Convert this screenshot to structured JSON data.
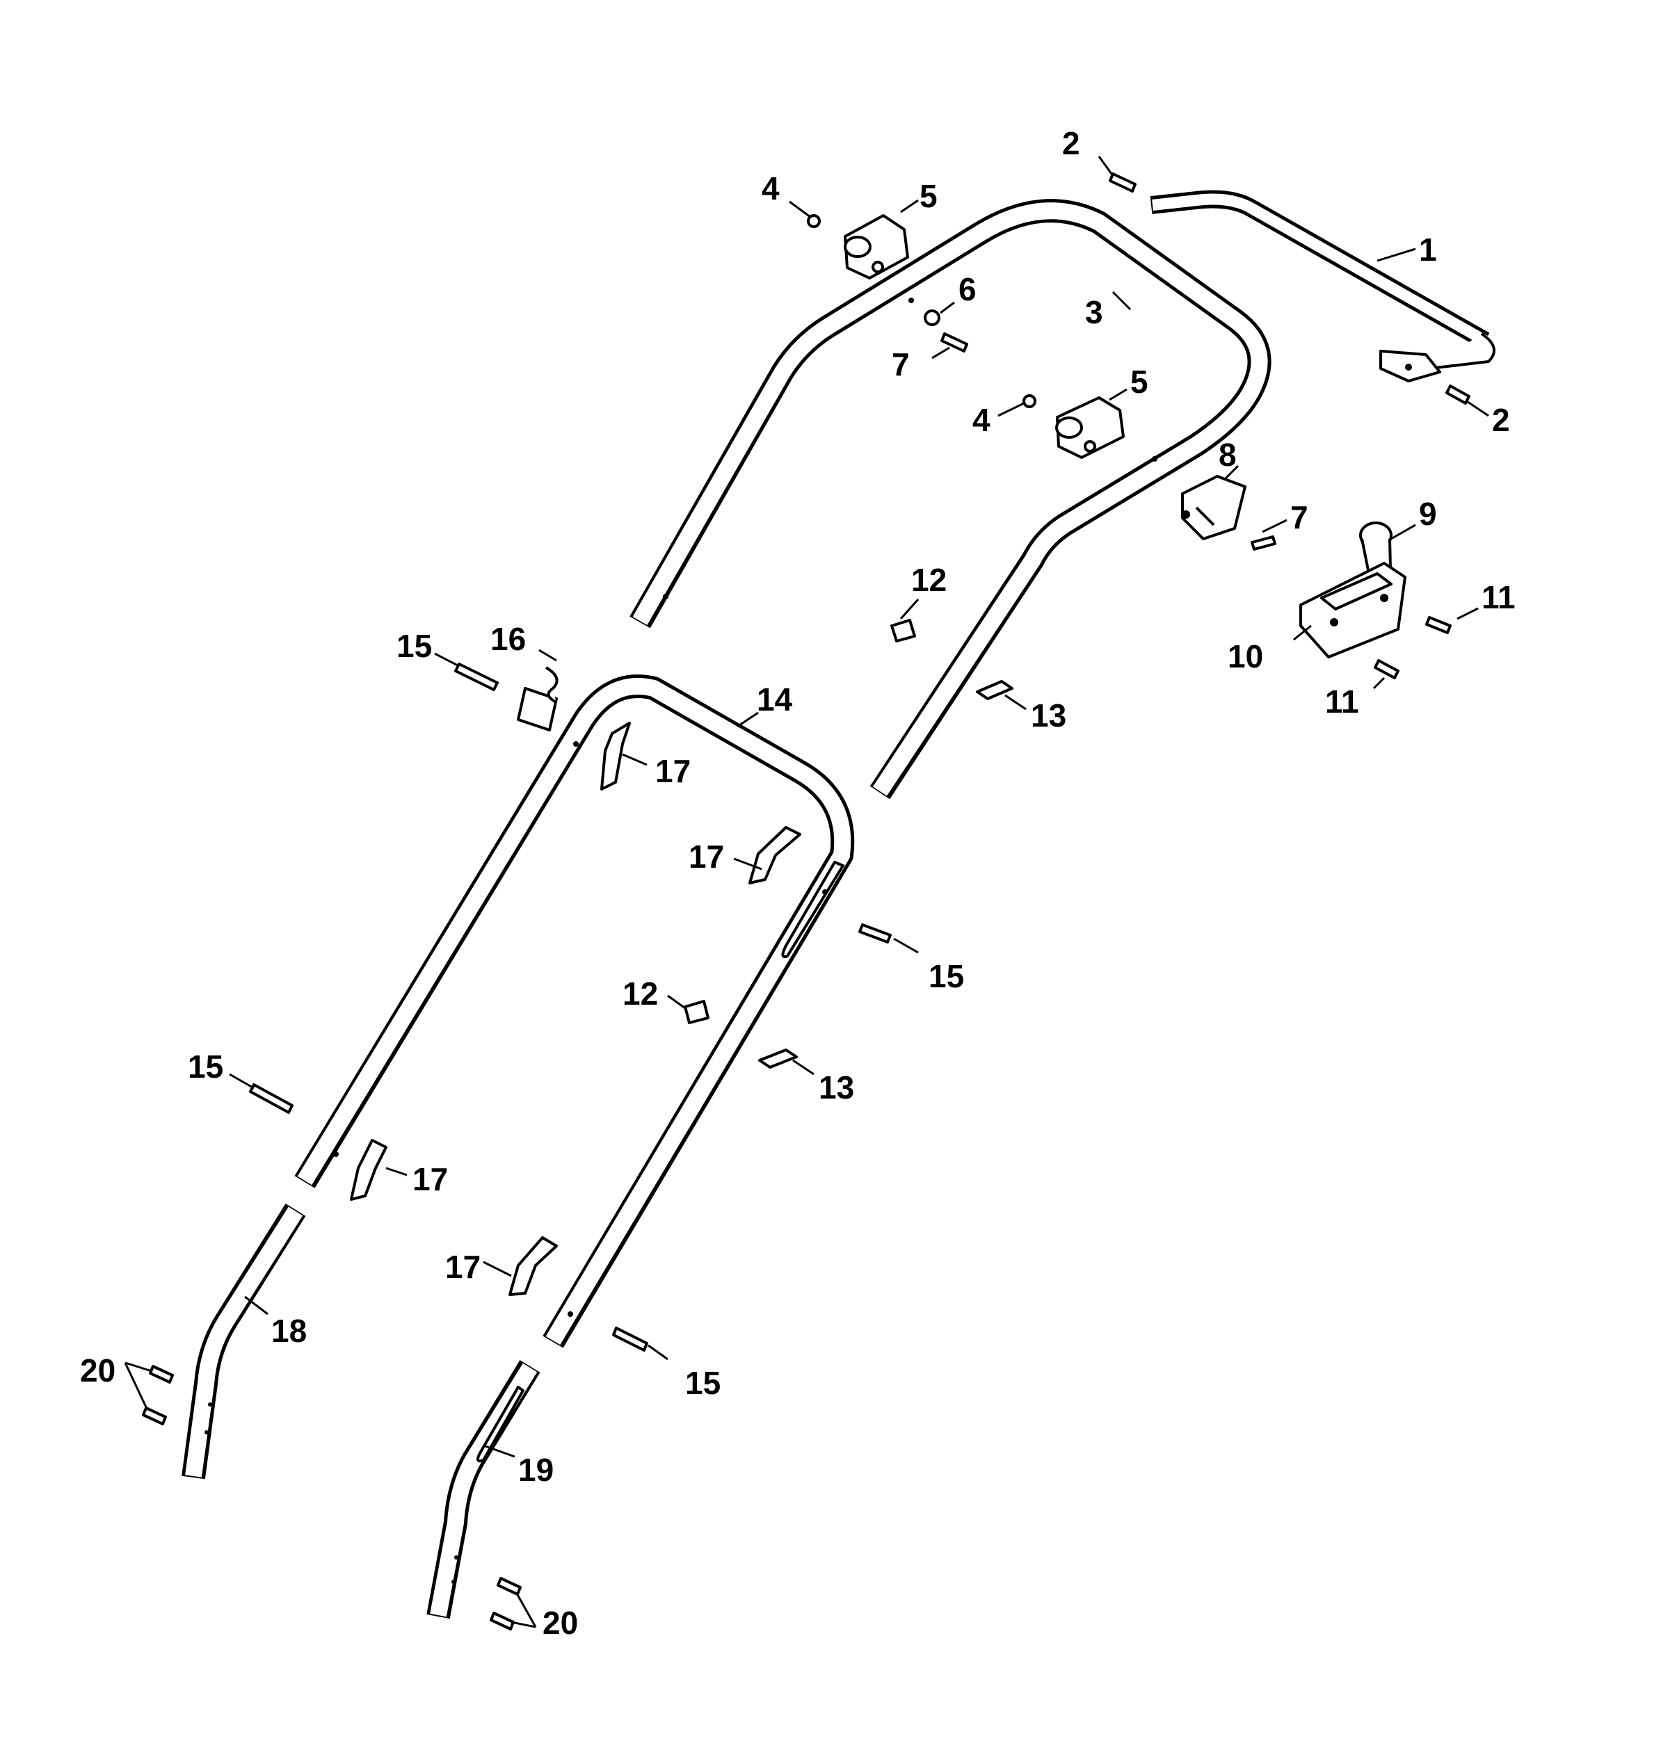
{
  "callouts": {
    "c1": "1",
    "c2a": "2",
    "c2b": "2",
    "c3": "3",
    "c4a": "4",
    "c4b": "4",
    "c5a": "5",
    "c5b": "5",
    "c6": "6",
    "c7a": "7",
    "c7b": "7",
    "c8": "8",
    "c9": "9",
    "c10": "10",
    "c11a": "11",
    "c11b": "11",
    "c12a": "12",
    "c12b": "12",
    "c13a": "13",
    "c13b": "13",
    "c14": "14",
    "c15a": "15",
    "c15b": "15",
    "c15c": "15",
    "c15d": "15",
    "c16": "16",
    "c17a": "17",
    "c17b": "17",
    "c17c": "17",
    "c17d": "17",
    "c18": "18",
    "c19": "19",
    "c20a": "20",
    "c20b": "20"
  }
}
